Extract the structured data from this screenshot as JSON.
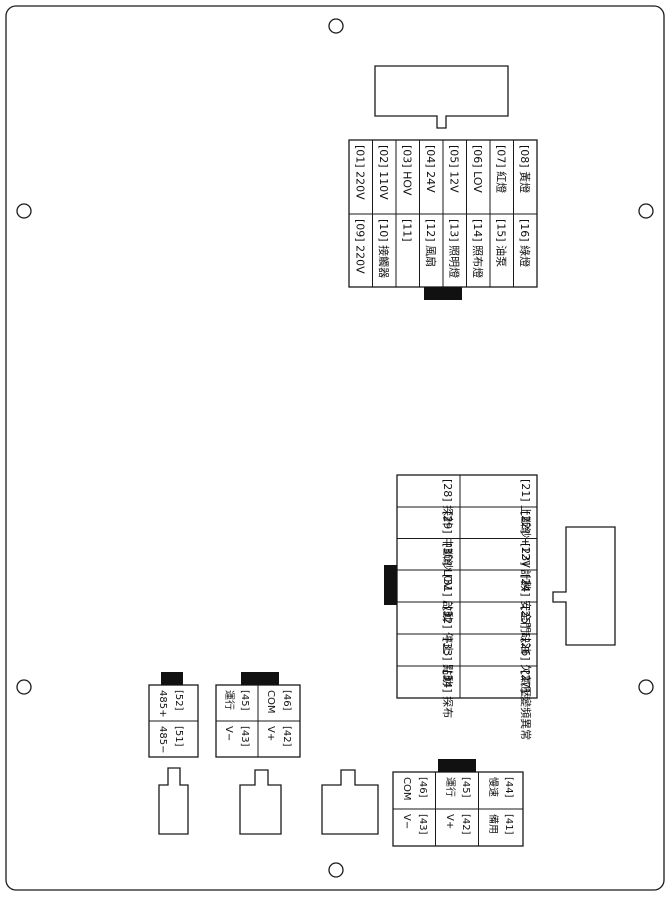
{
  "block_a": {
    "top": [
      "[08] 黃燈",
      "[07] 紅燈",
      "[06] LOV",
      "[05] 12V",
      "[04] 24V",
      "[03] HOV",
      "[02] 110V",
      "[01] 220V"
    ],
    "bottom": [
      "[16] 綠燈",
      "[15] 油泵",
      "[14] 照布燈",
      "[13] 照明燈",
      "[12] 風扇",
      "[11]",
      "[10] 接觸器",
      "[09] 220V"
    ]
  },
  "block_b": {
    "left": [
      "[21] 上斷紗",
      "[22] +12V",
      "[23] 計數",
      "[24] 安全門",
      "[25] 缺油",
      "[26] 欠氣壓",
      "[27] 變頻異常"
    ],
    "right": [
      "[28] 探針",
      "[29] 中斷紗",
      "[30] L0V",
      "[31] 啟動",
      "[32] 停止",
      "[33] 點動",
      "[34] 探布"
    ]
  },
  "conn_485": {
    "top": [
      "[52]",
      "485+"
    ],
    "bottom": [
      "[51]",
      "485−"
    ]
  },
  "conn_46": {
    "tl": [
      "[46]",
      "COM"
    ],
    "tr": [
      "[45]",
      "運行"
    ],
    "bl": [
      "[42]",
      "V+"
    ],
    "br": [
      "[43]",
      "V−"
    ]
  },
  "conn_44": {
    "tl": [
      "[44]",
      "慢速"
    ],
    "tr": [
      "[45]",
      "運行"
    ],
    "tr2": [
      "[46]",
      "COM"
    ],
    "bl": [
      "[41]",
      "備用"
    ],
    "br": [
      "[42]",
      "V+"
    ],
    "br2": [
      "[43]",
      "V−"
    ]
  }
}
